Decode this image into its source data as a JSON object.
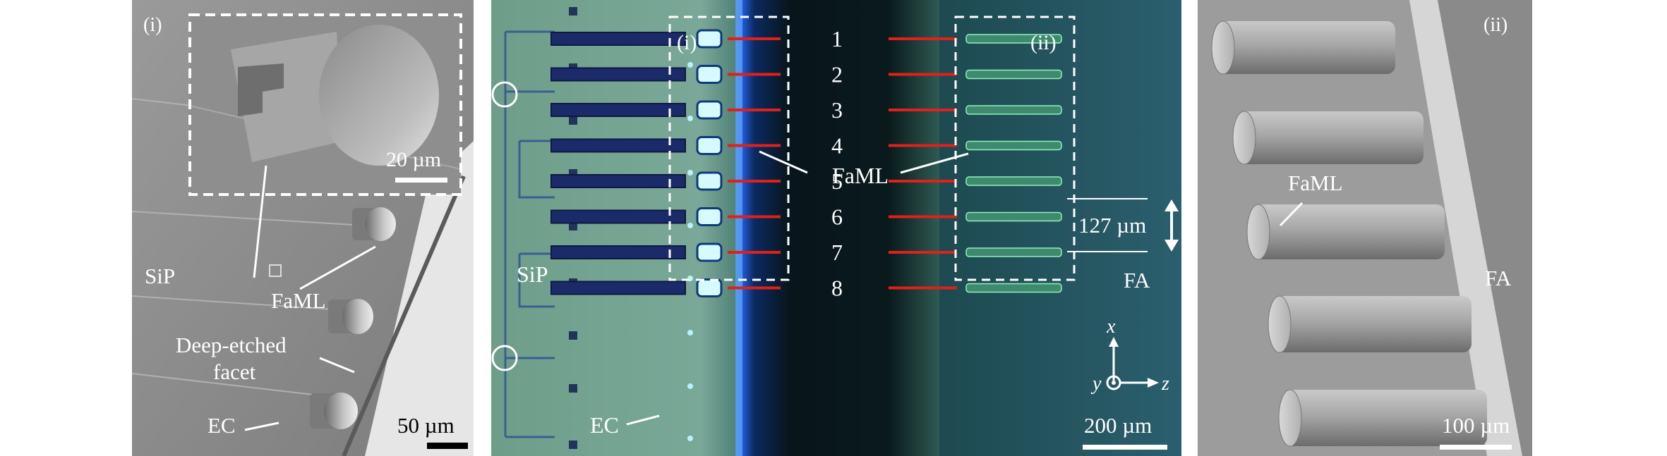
{
  "figure": {
    "left_panel": {
      "panel_tag": "(i)",
      "inset_scale": "20 µm",
      "scale": "50 µm",
      "labels": {
        "sip": "SiP",
        "faml": "FaML",
        "deep_etched_line1": "Deep-etched",
        "deep_etched_line2": "facet",
        "ec": "EC"
      }
    },
    "middle_panel": {
      "box_left": "(i)",
      "box_right": "(ii)",
      "channels": [
        "1",
        "2",
        "3",
        "4",
        "5",
        "6",
        "7",
        "8"
      ],
      "faml": "FaML",
      "pitch": "127 µm",
      "sip": "SiP",
      "fa": "FA",
      "ec": "EC",
      "scale": "200 µm",
      "axes": {
        "x": "x",
        "y": "y",
        "z": "z"
      }
    },
    "right_panel": {
      "panel_tag": "(ii)",
      "faml": "FaML",
      "fa": "FA",
      "scale": "100 µm"
    },
    "colors": {
      "waveguide_red": "#e0201a",
      "sip_green": "#6e9e8a",
      "sem_gray": "#8c8c8c"
    }
  }
}
